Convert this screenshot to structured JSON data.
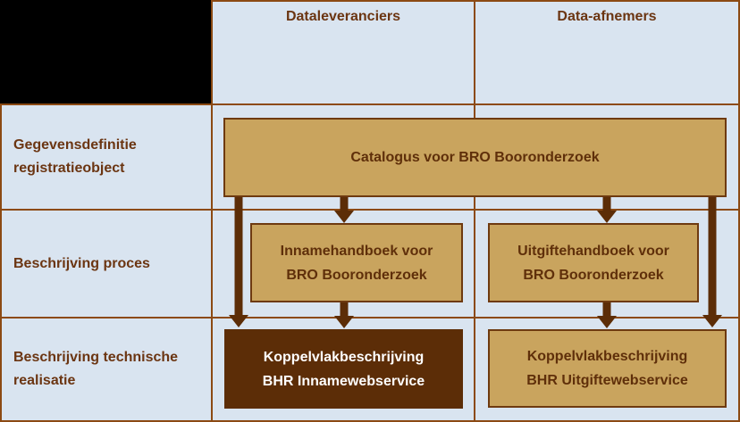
{
  "diagram": {
    "column_headers": [
      {
        "label": "Dataleveranciers"
      },
      {
        "label": "Data-afnemers"
      }
    ],
    "row_labels": [
      {
        "label": "Gegevensdefinitie\nregistratieobject"
      },
      {
        "label": "Beschrijving proces"
      },
      {
        "label": "Beschrijving technische\nrealisatie"
      }
    ],
    "boxes": {
      "catalogus": {
        "label": "Catalogus voor BRO Booronderzoek",
        "style": "tan"
      },
      "innamehandboek": {
        "label": "Innamehandboek voor\nBRO Booronderzoek",
        "style": "tan"
      },
      "uitgiftehandboek": {
        "label": "Uitgiftehandboek voor\nBRO Booronderzoek",
        "style": "tan"
      },
      "koppelvlak_inname": {
        "label": "Koppelvlakbeschrijving\nBHR Innamewebservice",
        "style": "dark"
      },
      "koppelvlak_uitgifte": {
        "label": "Koppelvlakbeschrijving\nBHR Uitgiftewebservice",
        "style": "tan"
      }
    },
    "arrows": [
      {
        "from": "catalogus",
        "to": "koppelvlak_inname"
      },
      {
        "from": "catalogus",
        "to": "innamehandboek"
      },
      {
        "from": "innamehandboek",
        "to": "koppelvlak_inname"
      },
      {
        "from": "catalogus",
        "to": "uitgiftehandboek"
      },
      {
        "from": "uitgiftehandboek",
        "to": "koppelvlak_uitgifte"
      },
      {
        "from": "catalogus",
        "to": "koppelvlak_uitgifte"
      }
    ],
    "colors": {
      "cell_background": "#d9e4f0",
      "grid_border": "#8c4a13",
      "corner_cell": "#000000",
      "box_fill_tan": "#c9a45e",
      "box_border": "#6e3a10",
      "box_fill_dark": "#5c2d07",
      "arrow": "#5c2d07",
      "text_brown": "#6b3512",
      "text_white": "#ffffff"
    }
  }
}
